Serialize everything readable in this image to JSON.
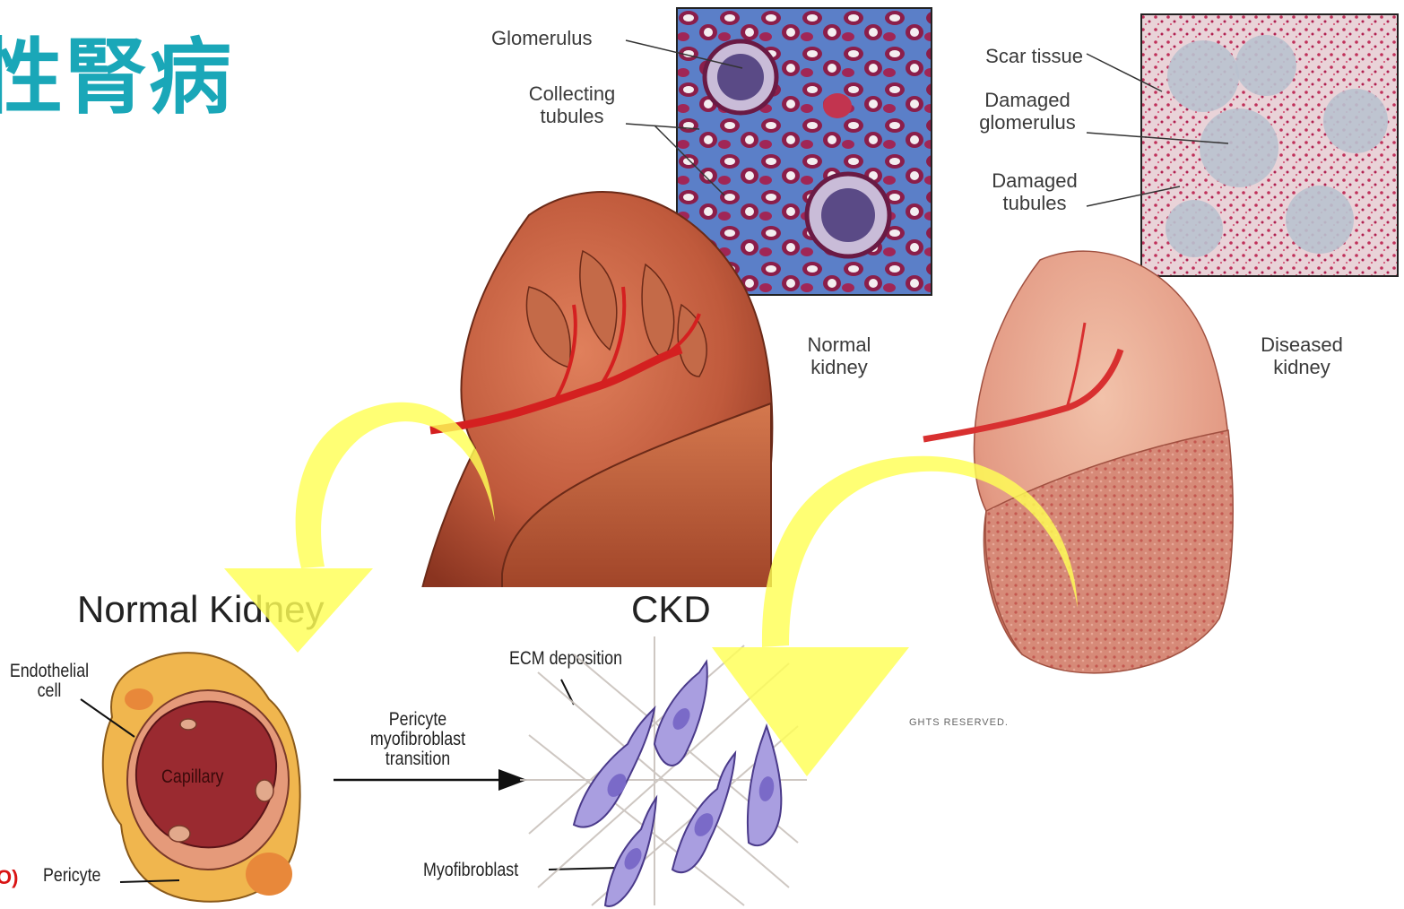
{
  "title": "性腎病",
  "histology": {
    "normal_labels": {
      "glomerulus": "Glomerulus",
      "collecting_tubules": [
        "Collecting",
        "tubules"
      ]
    },
    "diseased_labels": {
      "scar_tissue": "Scar tissue",
      "damaged_glomerulus": [
        "Damaged",
        "glomerulus"
      ],
      "damaged_tubules": [
        "Damaged",
        "tubules"
      ]
    }
  },
  "kidneys": {
    "normal_caption": [
      "Normal",
      "kidney"
    ],
    "diseased_caption": [
      "Diseased",
      "kidney"
    ],
    "rights_text": "GHTS RESERVED."
  },
  "lower_panel": {
    "normal_heading": "Normal Kidney",
    "ckd_heading": "CKD",
    "endothelial_label": [
      "Endothelial",
      "cell"
    ],
    "capillary_label": "Capillary",
    "pericyte_label": "Pericyte",
    "pericyte_prefix": "O)",
    "transition_label": [
      "Pericyte",
      "myofibroblast",
      "transition"
    ],
    "ecm_label": "ECM deposition",
    "myofibroblast_label": "Myofibroblast"
  },
  "colors": {
    "title": "#1aa7b8",
    "arrow_yellow": "#ffff55",
    "kidney_red": "#b84a30",
    "cell_purple": "#a99ee0",
    "prefix_red": "#d91414"
  }
}
